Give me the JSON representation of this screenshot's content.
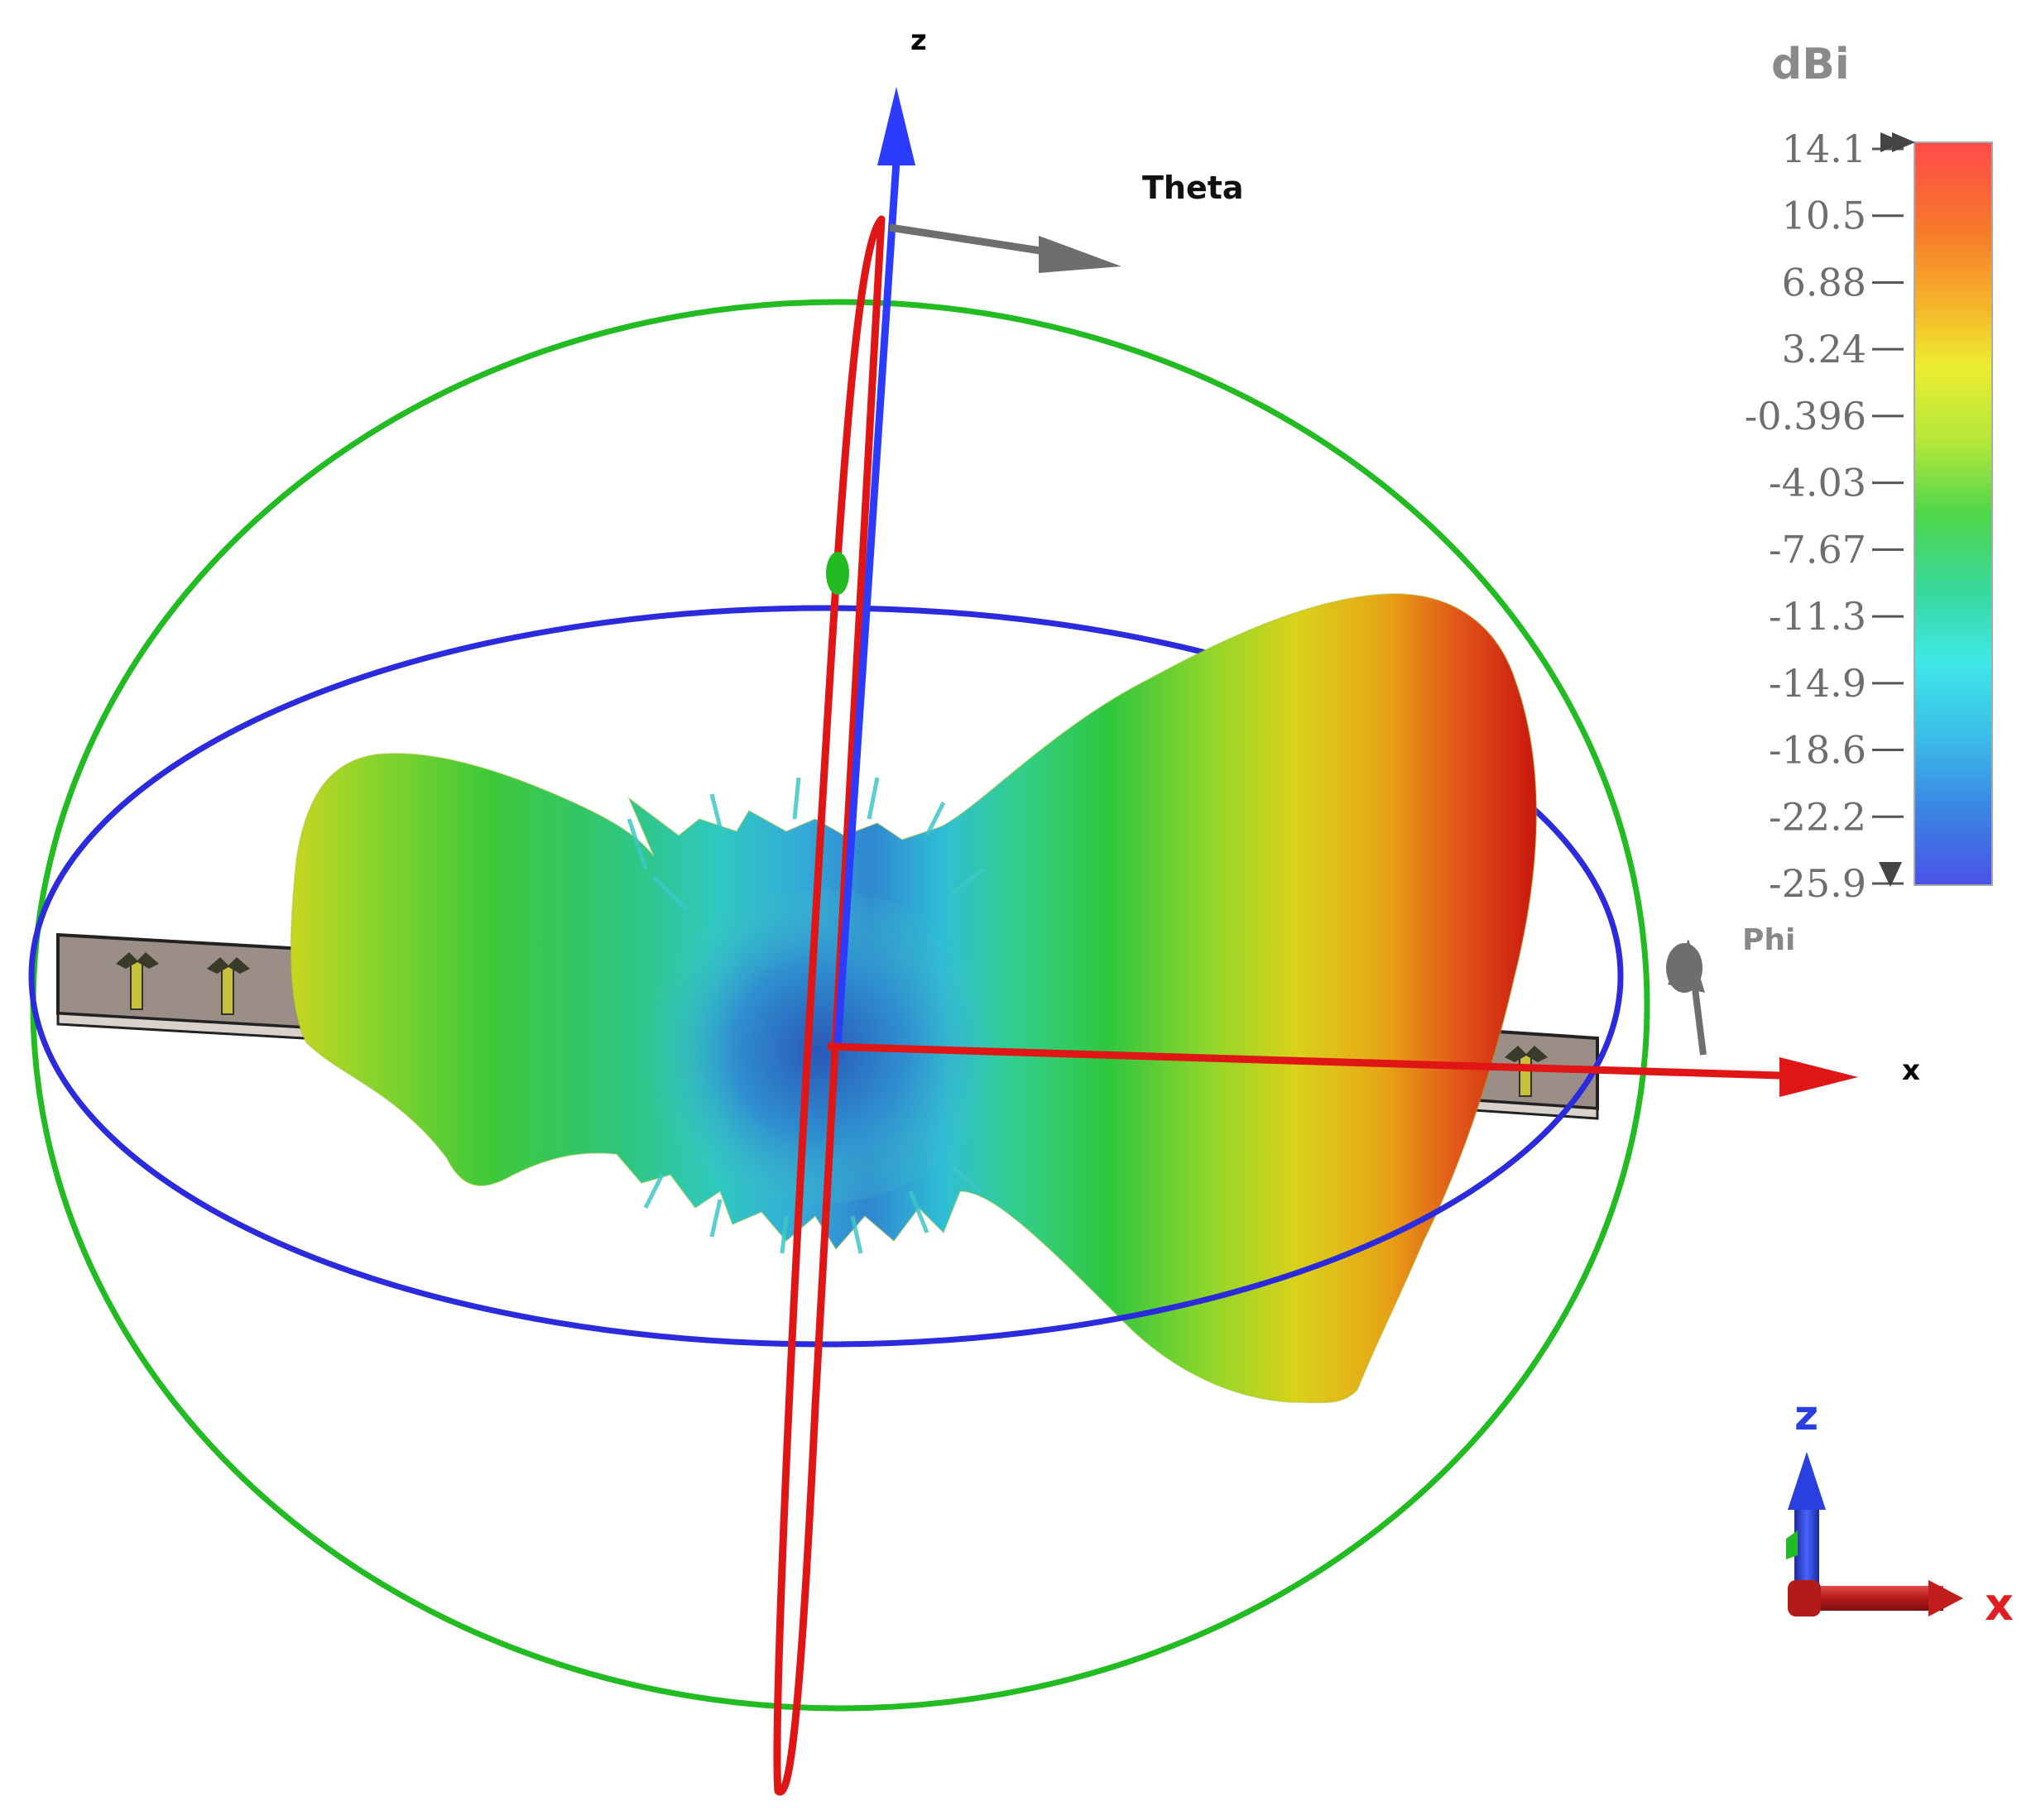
{
  "axes": {
    "z_label": "z",
    "x_label": "x"
  },
  "direction_labels": {
    "theta": "Theta",
    "phi": "Phi"
  },
  "colorbar": {
    "unit": "dBi",
    "ticks": [
      "14.1",
      "10.5",
      "6.88",
      "3.24",
      "-0.396",
      "-4.03",
      "-7.67",
      "-11.3",
      "-14.9",
      "-18.6",
      "-22.2",
      "-25.9"
    ],
    "max": 14.1,
    "min": -25.9,
    "colors": [
      "#ff4040",
      "#f77a2a",
      "#f6b42a",
      "#e9e92e",
      "#c5e83a",
      "#8fe04a",
      "#3fcf4a",
      "#34d8a0",
      "#3ee8e8",
      "#3bbde8",
      "#3b84e4",
      "#4a56e6"
    ]
  },
  "triad": {
    "z_label": "z",
    "x_label": "x"
  },
  "colors": {
    "theta_ring": "#22bb22",
    "phi_ring": "#2b2bdd",
    "cut_loop": "#e01515",
    "z_axis": "#2b3bff",
    "x_axis": "#e01515",
    "antenna_board": "#9a8e86"
  }
}
